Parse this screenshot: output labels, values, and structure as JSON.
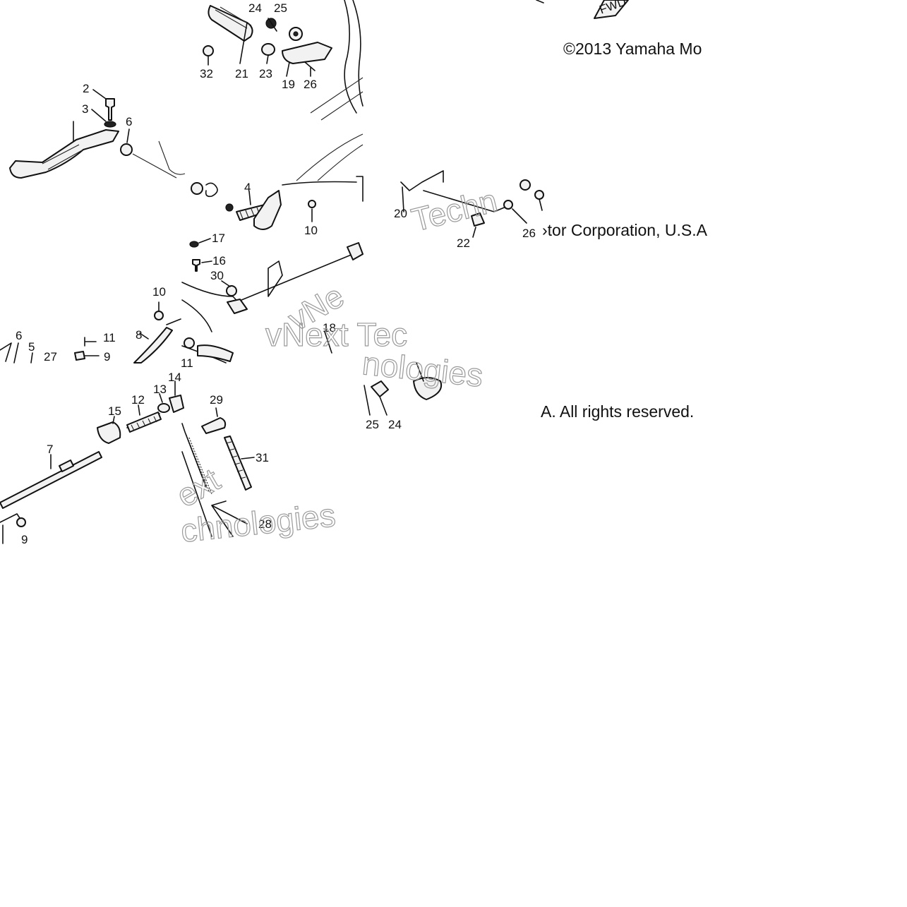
{
  "copyright": {
    "line1": "©2013 Yamaha Mo",
    "line2": "›tor Corporation, U.S.A",
    "line3": "A. All rights reserved."
  },
  "watermark": {
    "frag1": "Techn",
    "frag2": "vNext Tec",
    "frag3": "nologies",
    "frag4": "vNe",
    "frag5": "ext",
    "frag6": "chnologies"
  },
  "fwd_label": "FWD",
  "callouts": {
    "c2": "2",
    "c3": "3",
    "c4": "4",
    "c5": "5",
    "c6a": "6",
    "c6b": "6",
    "c7": "7",
    "c8": "8",
    "c9a": "9",
    "c9b": "9",
    "c10a": "10",
    "c10b": "10",
    "c11a": "11",
    "c11b": "11",
    "c12": "12",
    "c13": "13",
    "c14": "14",
    "c15": "15",
    "c16": "16",
    "c17": "17",
    "c18": "18",
    "c19": "19",
    "c20": "20",
    "c21": "21",
    "c22": "22",
    "c23": "23",
    "c24a": "24",
    "c24b": "24",
    "c25a": "25",
    "c25b": "25",
    "c26a": "26",
    "c26b": "26",
    "c27": "27",
    "c28": "28",
    "c29": "29",
    "c30": "30",
    "c31": "31",
    "c32": "32"
  }
}
